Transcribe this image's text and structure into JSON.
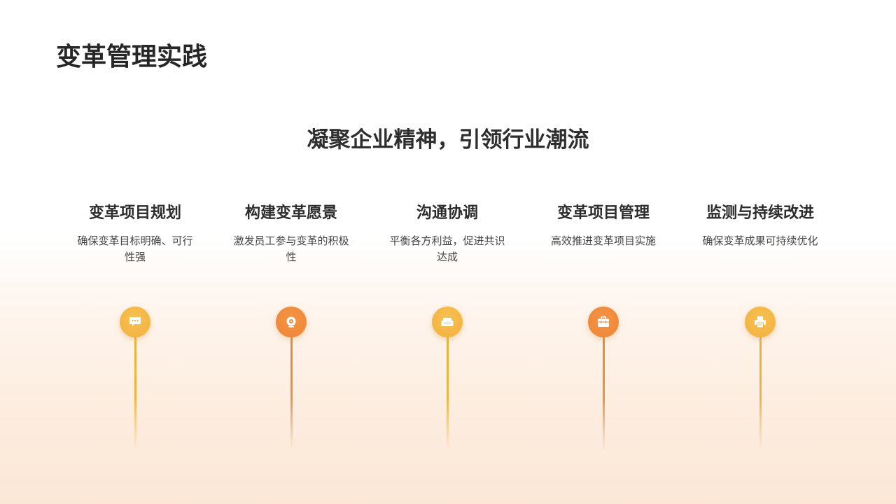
{
  "page": {
    "title": "变革管理实践",
    "subtitle": "凝聚企业精神，引领行业潮流"
  },
  "colors": {
    "yellow": "#F2B03F",
    "orange": "#EE8436",
    "background_bottom": "#FCE7D6",
    "text_dark": "#262626"
  },
  "steps": [
    {
      "title": "变革项目规划",
      "description": "确保变革目标明确、可行性强",
      "icon": "chat-bubble-icon",
      "color": "yellow"
    },
    {
      "title": "构建变革愿景",
      "description": "激发员工参与变革的积极性",
      "icon": "webcam-icon",
      "color": "orange"
    },
    {
      "title": "沟通协调",
      "description": "平衡各方利益，促进共识达成",
      "icon": "sofa-icon",
      "color": "yellow"
    },
    {
      "title": "变革项目管理",
      "description": "高效推进变革项目实施",
      "icon": "briefcase-icon",
      "color": "orange"
    },
    {
      "title": "监测与持续改进",
      "description": "确保变革成果可持续优化",
      "icon": "printer-icon",
      "color": "yellow"
    }
  ]
}
